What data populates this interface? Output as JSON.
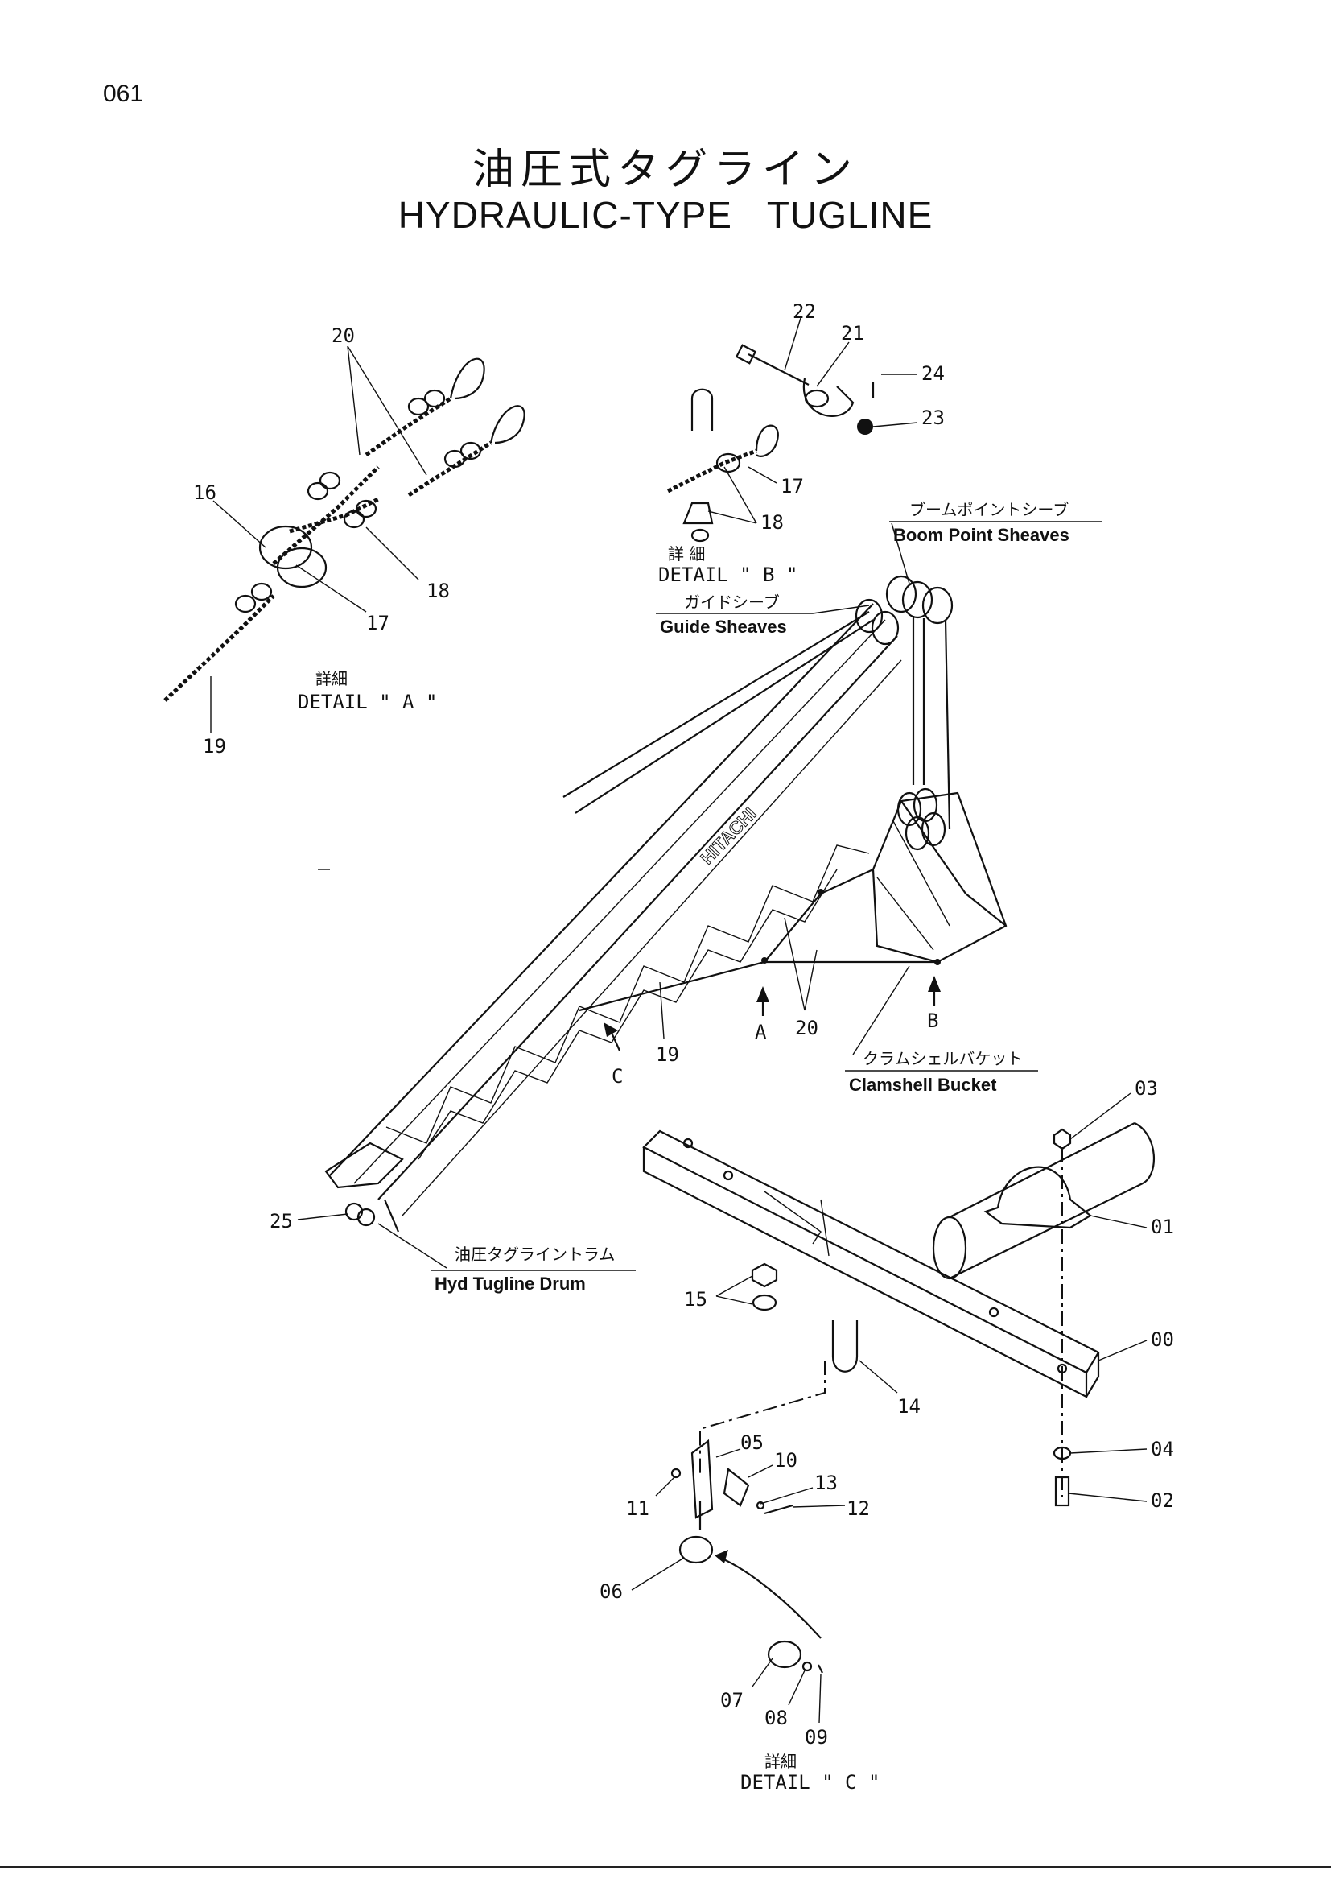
{
  "page_number": "061",
  "title": {
    "jp": "油圧式タグライン",
    "en": "HYDRAULIC-TYPE   TUGLINE"
  },
  "details": {
    "a": {
      "jp": "詳細",
      "en": "DETAIL \" A \""
    },
    "b": {
      "jp": "詳 細",
      "en": "DETAIL \" B \""
    },
    "c": {
      "jp": "詳細",
      "en": "DETAIL \" C \""
    }
  },
  "captions": {
    "boom_point": {
      "jp": "ブームポイントシーブ",
      "en": "Boom Point Sheaves"
    },
    "guide": {
      "jp": "ガイドシーブ",
      "en": "Guide Sheaves"
    },
    "clamshell": {
      "jp": "クラムシェルバケット",
      "en": "Clamshell Bucket"
    },
    "drum": {
      "jp": "油圧タグライントラム",
      "en": "Hyd Tugline Drum"
    }
  },
  "view_markers": {
    "a": "A",
    "b": "B",
    "c": "C"
  },
  "part_numbers": {
    "p00": "00",
    "p01": "01",
    "p02": "02",
    "p03": "03",
    "p04": "04",
    "p05": "05",
    "p06": "06",
    "p07": "07",
    "p08": "08",
    "p09": "09",
    "p10": "10",
    "p11": "11",
    "p12": "12",
    "p13": "13",
    "p14": "14",
    "p15": "15",
    "p16": "16",
    "p17a": "17",
    "p17b": "17",
    "p18a": "18",
    "p18b": "18",
    "p19a": "19",
    "p19b": "19",
    "p20a": "20",
    "p20b": "20",
    "p21": "21",
    "p22": "22",
    "p23": "23",
    "p24": "24",
    "p25": "25"
  }
}
